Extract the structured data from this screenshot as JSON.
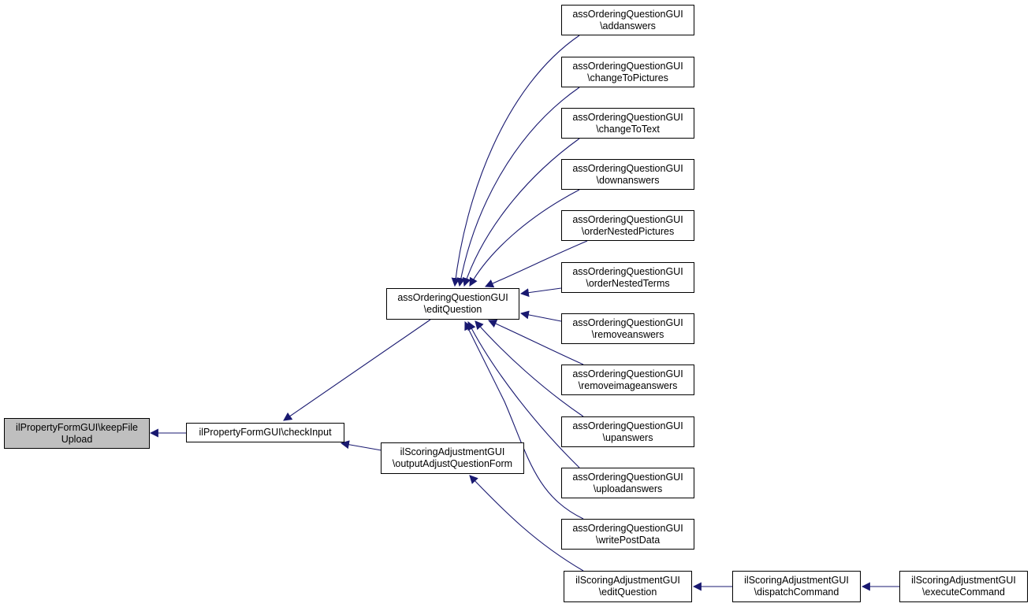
{
  "diagram": {
    "type": "call-graph",
    "edge_color": "#191970",
    "root_fill": "#bfbfbf",
    "nodes": [
      {
        "id": "keepFileUpload",
        "lines": [
          "ilPropertyFormGUI\\keepFile",
          "Upload"
        ],
        "root": true
      },
      {
        "id": "checkInput",
        "lines": [
          "ilPropertyFormGUI\\checkInput"
        ]
      },
      {
        "id": "aoq_editQuestion",
        "lines": [
          "assOrderingQuestionGUI",
          "\\editQuestion"
        ]
      },
      {
        "id": "isa_outputAdjustQuestionForm",
        "lines": [
          "ilScoringAdjustmentGUI",
          "\\outputAdjustQuestionForm"
        ]
      },
      {
        "id": "addanswers",
        "lines": [
          "assOrderingQuestionGUI",
          "\\addanswers"
        ]
      },
      {
        "id": "changeToPictures",
        "lines": [
          "assOrderingQuestionGUI",
          "\\changeToPictures"
        ]
      },
      {
        "id": "changeToText",
        "lines": [
          "assOrderingQuestionGUI",
          "\\changeToText"
        ]
      },
      {
        "id": "downanswers",
        "lines": [
          "assOrderingQuestionGUI",
          "\\downanswers"
        ]
      },
      {
        "id": "orderNestedPictures",
        "lines": [
          "assOrderingQuestionGUI",
          "\\orderNestedPictures"
        ]
      },
      {
        "id": "orderNestedTerms",
        "lines": [
          "assOrderingQuestionGUI",
          "\\orderNestedTerms"
        ]
      },
      {
        "id": "removeanswers",
        "lines": [
          "assOrderingQuestionGUI",
          "\\removeanswers"
        ]
      },
      {
        "id": "removeimageanswers",
        "lines": [
          "assOrderingQuestionGUI",
          "\\removeimageanswers"
        ]
      },
      {
        "id": "upanswers",
        "lines": [
          "assOrderingQuestionGUI",
          "\\upanswers"
        ]
      },
      {
        "id": "uploadanswers",
        "lines": [
          "assOrderingQuestionGUI",
          "\\uploadanswers"
        ]
      },
      {
        "id": "writePostData",
        "lines": [
          "assOrderingQuestionGUI",
          "\\writePostData"
        ]
      },
      {
        "id": "isa_editQuestion",
        "lines": [
          "ilScoringAdjustmentGUI",
          "\\editQuestion"
        ]
      },
      {
        "id": "isa_dispatchCommand",
        "lines": [
          "ilScoringAdjustmentGUI",
          "\\dispatchCommand"
        ]
      },
      {
        "id": "isa_executeCommand",
        "lines": [
          "ilScoringAdjustmentGUI",
          "\\executeCommand"
        ]
      }
    ],
    "edges": [
      {
        "from": "checkInput",
        "to": "keepFileUpload"
      },
      {
        "from": "aoq_editQuestion",
        "to": "checkInput"
      },
      {
        "from": "isa_outputAdjustQuestionForm",
        "to": "checkInput"
      },
      {
        "from": "addanswers",
        "to": "aoq_editQuestion"
      },
      {
        "from": "changeToPictures",
        "to": "aoq_editQuestion"
      },
      {
        "from": "changeToText",
        "to": "aoq_editQuestion"
      },
      {
        "from": "downanswers",
        "to": "aoq_editQuestion"
      },
      {
        "from": "orderNestedPictures",
        "to": "aoq_editQuestion"
      },
      {
        "from": "orderNestedTerms",
        "to": "aoq_editQuestion"
      },
      {
        "from": "removeanswers",
        "to": "aoq_editQuestion"
      },
      {
        "from": "removeimageanswers",
        "to": "aoq_editQuestion"
      },
      {
        "from": "upanswers",
        "to": "aoq_editQuestion"
      },
      {
        "from": "uploadanswers",
        "to": "aoq_editQuestion"
      },
      {
        "from": "writePostData",
        "to": "aoq_editQuestion"
      },
      {
        "from": "isa_editQuestion",
        "to": "isa_outputAdjustQuestionForm"
      },
      {
        "from": "isa_dispatchCommand",
        "to": "isa_editQuestion"
      },
      {
        "from": "isa_executeCommand",
        "to": "isa_dispatchCommand"
      }
    ]
  }
}
